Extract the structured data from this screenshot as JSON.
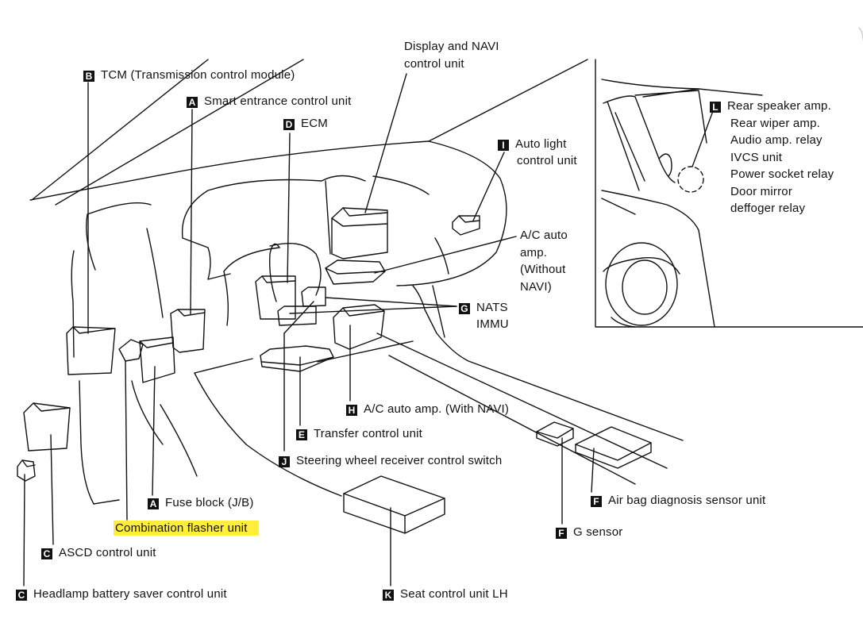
{
  "labels": {
    "tcm": {
      "letter": "B",
      "text": "TCM (Transmission control module)"
    },
    "smart_entrance": {
      "letter": "A",
      "text": "Smart entrance control unit"
    },
    "ecm": {
      "letter": "D",
      "text": "ECM"
    },
    "display_navi": {
      "line1": "Display and NAVI",
      "line2": "control unit"
    },
    "auto_light": {
      "letter": "I",
      "line1": "Auto light",
      "line2": "control unit"
    },
    "ac_auto_without": {
      "line1": "A/C auto",
      "line2": "amp.",
      "line3": "(Without",
      "line4": "NAVI)"
    },
    "nats": {
      "letter": "G",
      "line1": "NATS",
      "line2": "IMMU"
    },
    "ac_auto_with": {
      "letter": "H",
      "text": "A/C auto amp. (With NAVI)"
    },
    "transfer": {
      "letter": "E",
      "text": "Transfer control unit"
    },
    "steering": {
      "letter": "J",
      "text": "Steering wheel receiver control switch"
    },
    "air_bag": {
      "letter": "F",
      "text": "Air bag diagnosis sensor unit"
    },
    "g_sensor": {
      "letter": "F",
      "text": "G sensor"
    },
    "fuse_block": {
      "letter": "A",
      "text": "Fuse block (J/B)"
    },
    "combination_flasher": {
      "text": "Combination flasher unit"
    },
    "ascd": {
      "letter": "C",
      "text": "ASCD control unit"
    },
    "headlamp": {
      "letter": "C",
      "text": "Headlamp battery saver control unit"
    },
    "seat": {
      "letter": "K",
      "text": "Seat control unit LH"
    },
    "rear": {
      "letter": "L",
      "lines": [
        "Rear speaker amp.",
        "Rear wiper amp.",
        "Audio amp. relay",
        "IVCS unit",
        "Power socket relay",
        "Door mirror",
        "deffoger relay"
      ]
    }
  },
  "colors": {
    "highlight": "#ffef3a",
    "ink": "#111111"
  }
}
